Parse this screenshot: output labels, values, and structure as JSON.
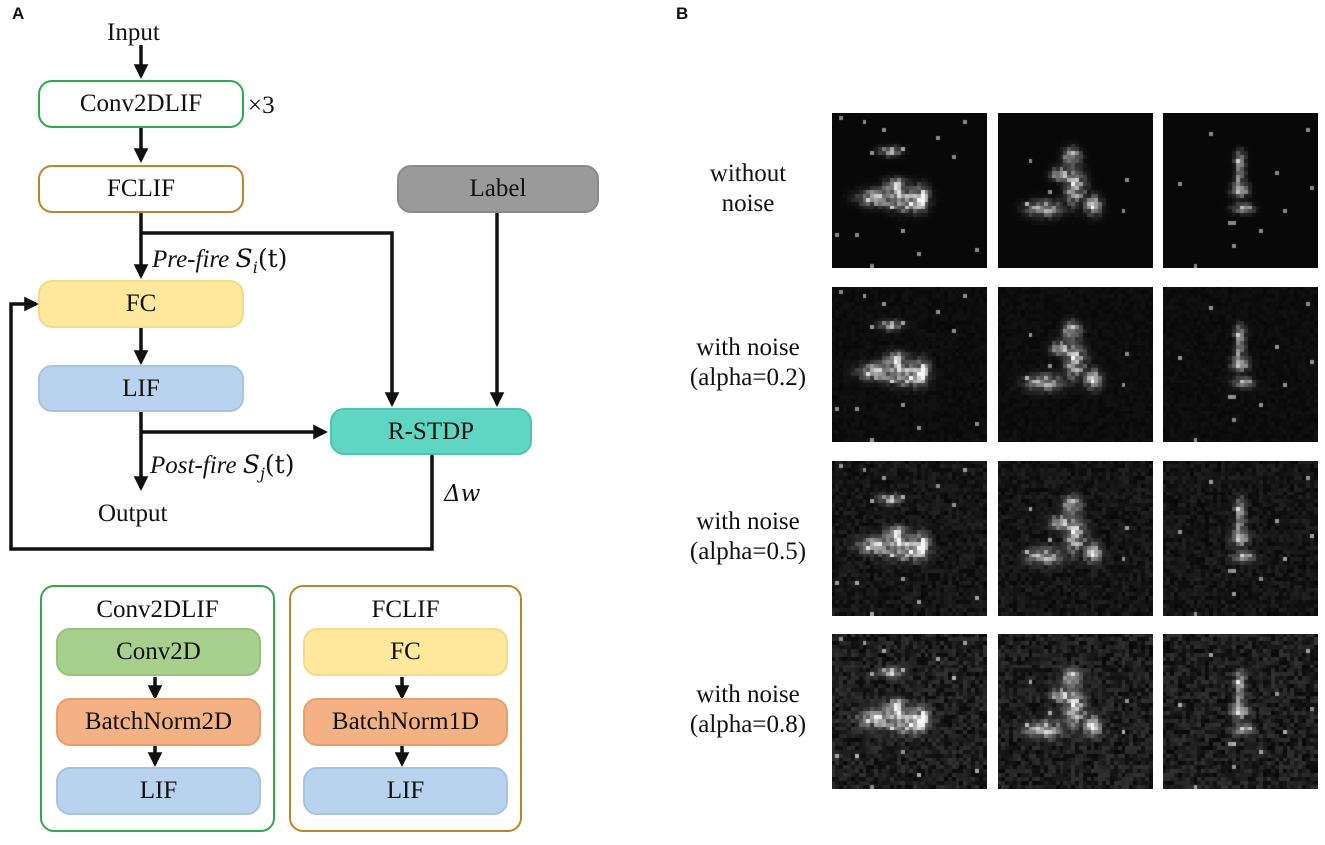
{
  "panel_a": {
    "letter": "A",
    "input_label": "Input",
    "conv_block": "Conv2DLIF",
    "repeat": "×3",
    "fclif_block": "FCLIF",
    "label_block": "Label",
    "pre_fire": "Pre-fire",
    "pre_fire_math": "S",
    "pre_fire_sub": "i",
    "pre_fire_arg": "(t)",
    "fc_block": "FC",
    "lif_block": "LIF",
    "rstdp_block": "R-STDP",
    "post_fire": "Post-fire",
    "post_fire_math": "S",
    "post_fire_sub": "j",
    "post_fire_arg": "(t)",
    "output_label": "Output",
    "delta_w": "Δw",
    "legend_conv": {
      "title": "Conv2DLIF",
      "layers": [
        "Conv2D",
        "BatchNorm2D",
        "LIF"
      ]
    },
    "legend_fc": {
      "title": "FCLIF",
      "layers": [
        "FC",
        "BatchNorm1D",
        "LIF"
      ]
    }
  },
  "panel_b": {
    "letter": "B",
    "rows": [
      {
        "line1": "without",
        "line2": "noise",
        "alpha": 0.0
      },
      {
        "line1": "with noise",
        "line2": "(alpha=0.2)",
        "alpha": 0.2
      },
      {
        "line1": "with noise",
        "line2": "(alpha=0.5)",
        "alpha": 0.5
      },
      {
        "line1": "with noise",
        "line2": "(alpha=0.8)",
        "alpha": 0.8
      }
    ]
  },
  "colors": {
    "green_border": "#2fa84f",
    "gold_border": "#b8862b",
    "fc_fill": "#fde89b",
    "lif_fill": "#b9d3ee",
    "rstdp_fill": "#5fd6c2",
    "label_fill": "#9a9a9a",
    "conv2d_fill": "#a8d08d",
    "batchnorm_fill": "#f4b183"
  }
}
